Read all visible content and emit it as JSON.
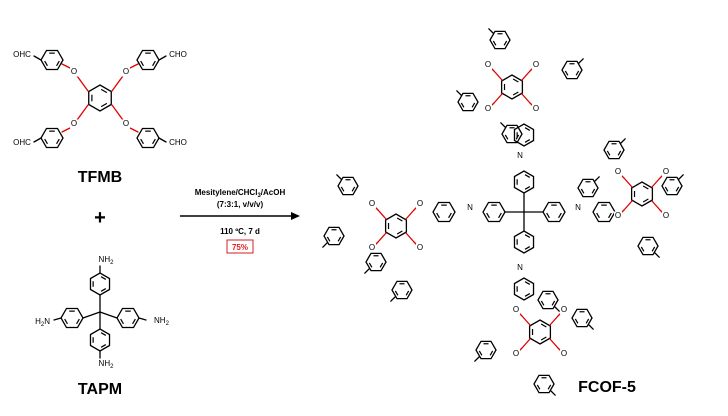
{
  "labels": {
    "cho": "CHO",
    "ohc": "OHC",
    "nh2": "NH",
    "nh2_sub": "2",
    "o": "O",
    "n": "N",
    "h2n": "H",
    "h2n_sub": "2",
    "h2n_n": "N"
  },
  "reactant1_name": "TFMB",
  "reactant2_name": "TAPM",
  "plus": "+",
  "product_name": "FCOF-5",
  "conditions": {
    "solvent_a": "Mesitylene/CHCl",
    "solvent_sub": "3",
    "solvent_b": "/AcOH",
    "ratio": "(7:3:1, v/v/v)",
    "temp": "110 ºC, 7 d",
    "yield": "75%"
  },
  "colors": {
    "ether_bond": "#e00000",
    "ink": "#000000",
    "yield_box": "#d22222"
  }
}
